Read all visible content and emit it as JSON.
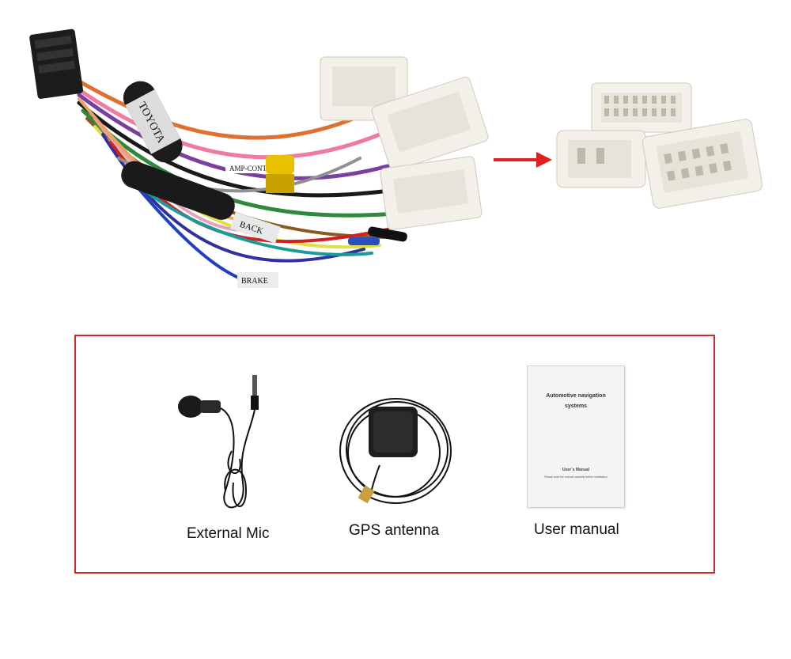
{
  "colors": {
    "frame_red": "#d22a2a",
    "arrow_red": "#e02020",
    "connector_white": "#f2f0e8",
    "background": "#ffffff"
  },
  "harness": {
    "sleeve_brand": "TOYOTA",
    "tag_amp": "AMP-CONT",
    "tag_back": "BACK",
    "tag_brake": "BRAKE"
  },
  "accessories": [
    {
      "caption": "External Mic",
      "icon": "microphone-icon"
    },
    {
      "caption": "GPS antenna",
      "icon": "gps-antenna-icon"
    },
    {
      "caption": "User manual",
      "icon": "manual-icon"
    }
  ],
  "manual": {
    "cover_title_line1": "Automotive navigation",
    "cover_title_line2": "systems",
    "cover_subtitle": "User`s Manual",
    "cover_note": "Please read the manual carefully before installation"
  }
}
